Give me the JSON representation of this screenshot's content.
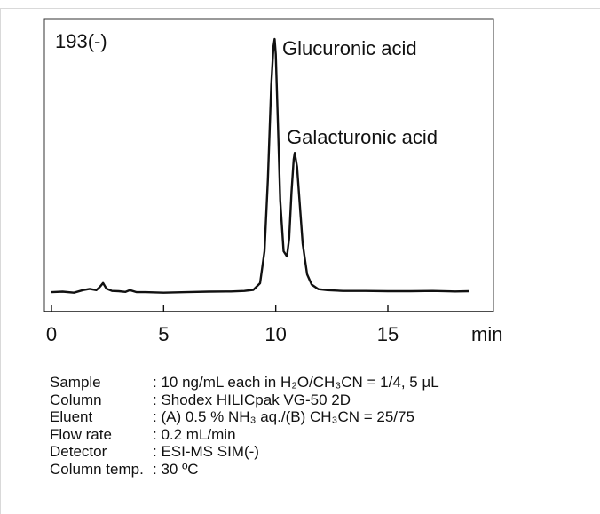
{
  "chart_data": {
    "type": "line",
    "title": "",
    "xlabel": "min",
    "ylabel": "",
    "xlim": [
      0,
      19
    ],
    "ylim": [
      0,
      100
    ],
    "xticks": [
      0,
      5,
      10,
      15
    ],
    "x_unit_label": "min",
    "grid": false,
    "legend": "none",
    "corner_label": "193(-)",
    "series": [
      {
        "color": "#111111",
        "x": [
          0,
          0.5,
          1.0,
          1.4,
          1.7,
          2.0,
          2.15,
          2.3,
          2.45,
          2.7,
          3.0,
          3.3,
          3.5,
          3.8,
          4.2,
          5.0,
          6.0,
          7.0,
          8.0,
          8.6,
          9.0,
          9.3,
          9.5,
          9.65,
          9.8,
          9.9,
          9.95,
          10.0,
          10.1,
          10.2,
          10.35,
          10.5,
          10.6,
          10.7,
          10.8,
          10.85,
          10.95,
          11.05,
          11.2,
          11.4,
          11.6,
          11.9,
          12.3,
          13.0,
          14.0,
          15.0,
          16.0,
          17.0,
          18.0,
          18.6
        ],
        "y": [
          1.0,
          1.2,
          0.8,
          1.8,
          2.3,
          1.8,
          3.0,
          4.6,
          2.4,
          1.5,
          1.4,
          1.1,
          1.8,
          1.0,
          1.0,
          0.8,
          1.0,
          1.2,
          1.3,
          1.5,
          1.9,
          4.5,
          17.0,
          45.0,
          82.0,
          97.0,
          100.0,
          94.0,
          66.0,
          37.0,
          17.0,
          15.0,
          22.0,
          40.0,
          53.0,
          55.5,
          50.0,
          38.0,
          20.0,
          8.0,
          4.0,
          2.2,
          1.8,
          1.5,
          1.5,
          1.4,
          1.4,
          1.5,
          1.3,
          1.4
        ]
      }
    ],
    "annotations": [
      {
        "text": "Glucuronic acid",
        "x": 10.0,
        "y": 100
      },
      {
        "text": "Galacturonic acid",
        "x": 10.9,
        "y": 55.5
      }
    ]
  },
  "conditions": [
    {
      "label": "Sample",
      "value": ": 10 ng/mL each in H₂O/CH₃CN = 1/4, 5 µL"
    },
    {
      "label": "Column",
      "value": ": Shodex HILICpak VG-50 2D"
    },
    {
      "label": "Eluent",
      "value": ":  (A) 0.5 % NH₃ aq./(B) CH₃CN = 25/75"
    },
    {
      "label": "Flow rate",
      "value": ": 0.2 mL/min"
    },
    {
      "label": "Detector",
      "value": ": ESI-MS SIM(-)"
    },
    {
      "label": "Column temp.",
      "value": ": 30 ºC"
    }
  ]
}
